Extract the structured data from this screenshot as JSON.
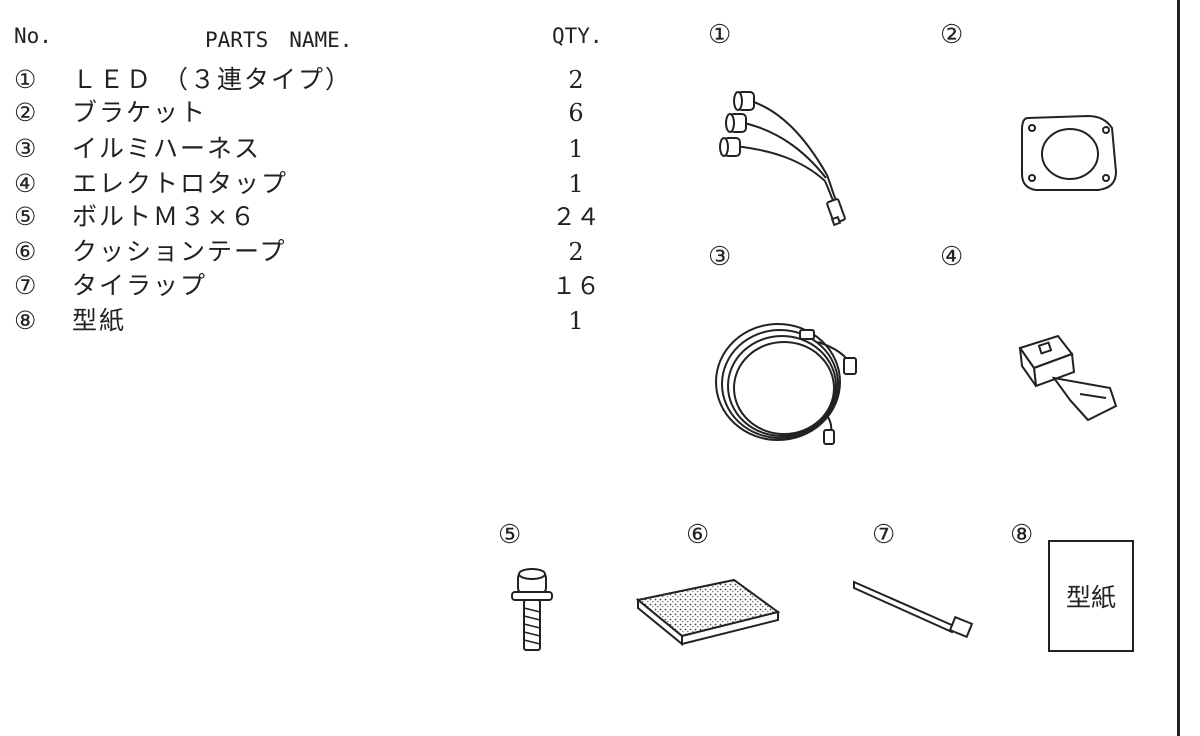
{
  "header": {
    "no": "No.",
    "name": "PARTS　NAME.",
    "qty": "QTY."
  },
  "parts": [
    {
      "no": "①",
      "name": "ＬＥＤ （３連タイプ）",
      "qty": "2"
    },
    {
      "no": "②",
      "name": "ブラケット",
      "qty": "6"
    },
    {
      "no": "③",
      "name": "イルミハーネス",
      "qty": "1"
    },
    {
      "no": "④",
      "name": "エレクトロタップ",
      "qty": "1"
    },
    {
      "no": "⑤",
      "name": "ボルトＭ３×６",
      "qty": "２４"
    },
    {
      "no": "⑥",
      "name": "クッションテープ",
      "qty": "2"
    },
    {
      "no": "⑦",
      "name": "タイラップ",
      "qty": "１６"
    },
    {
      "no": "⑧",
      "name": "型紙",
      "qty": "1"
    }
  ],
  "figures": {
    "labels": [
      "①",
      "②",
      "③",
      "④",
      "⑤",
      "⑥",
      "⑦",
      "⑧"
    ],
    "template_text": "型紙"
  },
  "icons": [
    "led-harness-icon",
    "bracket-icon",
    "illumination-harness-icon",
    "electro-tap-icon",
    "bolt-icon",
    "cushion-tape-icon",
    "tie-wrap-icon"
  ]
}
